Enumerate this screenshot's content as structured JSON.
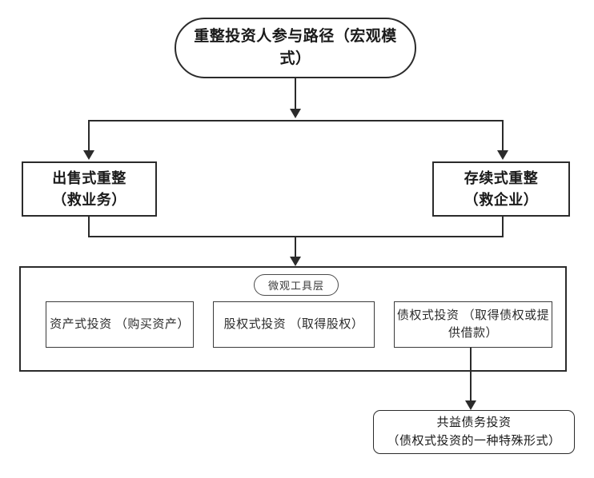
{
  "diagram": {
    "title": "重整投资人参与路径（宏观模式）",
    "root": {
      "label": "重整投资人参与路径（宏观模\n式）"
    },
    "branches": [
      {
        "label": "出售式重整\n（救业务）"
      },
      {
        "label": "存续式重整\n（救企业）"
      }
    ],
    "micro_layer": {
      "badge": "微观工具层",
      "tools": [
        {
          "label": "资产式投资\n（购买资产）"
        },
        {
          "label": "股权式投资\n（取得股权）"
        },
        {
          "label": "债权式投资\n（取得债权或提供借款）"
        }
      ]
    },
    "leaf": {
      "label": "共益债务投资\n（债权式投资的一种特殊形式）"
    },
    "colors": {
      "stroke": "#2b2b2b",
      "inner_stroke": "#3a3a3a",
      "background": "#ffffff",
      "text": "#1a1a1a"
    }
  }
}
